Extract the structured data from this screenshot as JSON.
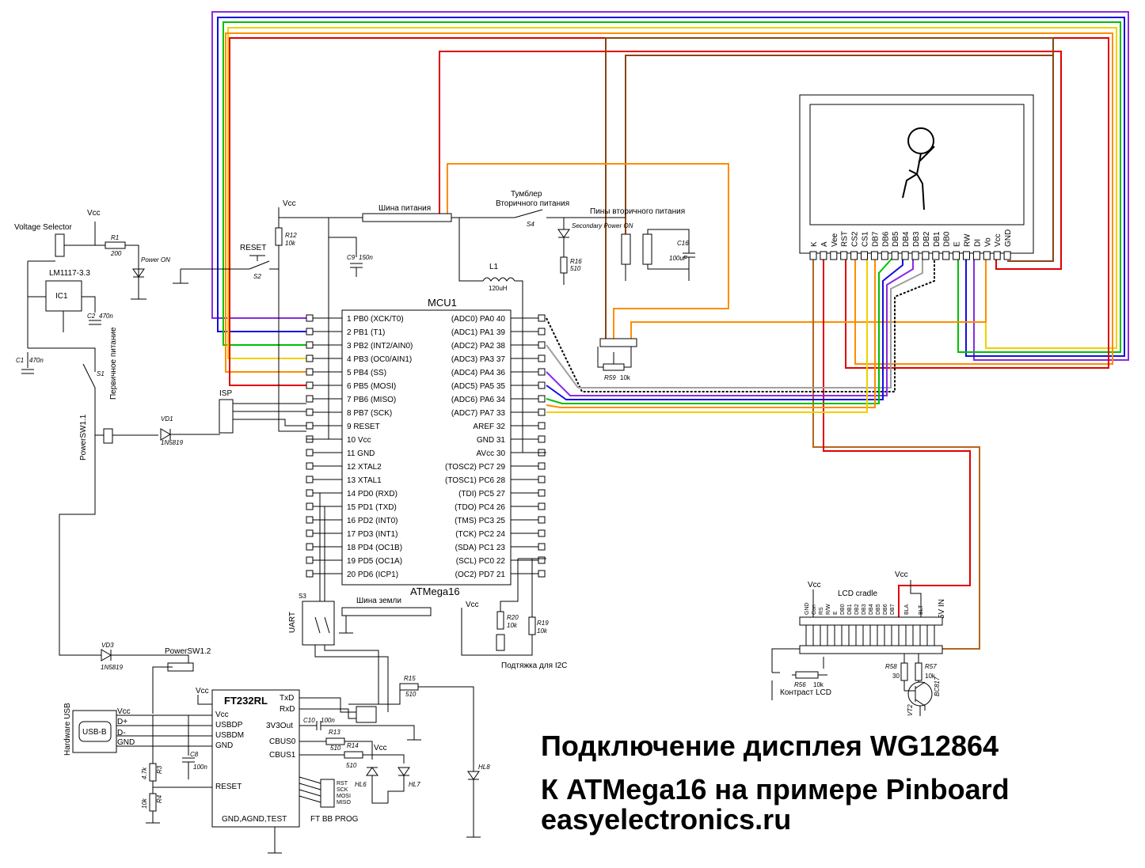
{
  "title": {
    "line1": "Подключение дисплея WG12864",
    "line2": "К ATMega16 на примере Pinboard",
    "line3": "easyelectronics.ru"
  },
  "colors": {
    "red": "#e00000",
    "orange": "#ff8c00",
    "yellow": "#f0d000",
    "green": "#00c000",
    "blue": "#1010e0",
    "purple": "#8a2be2",
    "brown": "#8b4513",
    "gray": "#a0a0a0",
    "lightbrown": "#b5651d"
  },
  "mcu": {
    "ref": "MCU1",
    "part": "ATMega16",
    "left_pins": [
      "1 PB0 (XCK/T0)",
      "2 PB1 (T1)",
      "3 PB2 (INT2/AIN0)",
      "4 PB3 (OC0/AIN1)",
      "5 PB4 (SS)",
      "6 PB5 (MOSI)",
      "7 PB6 (MISO)",
      "8 PB7 (SCK)",
      "9 RESET",
      "10 Vcc",
      "11 GND",
      "12 XTAL2",
      "13 XTAL1",
      "14 PD0 (RXD)",
      "15 PD1 (TXD)",
      "16 PD2 (INT0)",
      "17 PD3 (INT1)",
      "18 PD4 (OC1B)",
      "19 PD5 (OC1A)",
      "20 PD6 (ICP1)"
    ],
    "right_pins": [
      "(ADC0) PA0 40",
      "(ADC1) PA1 39",
      "(ADC2) PA2 38",
      "(ADC3) PA3 37",
      "(ADC4) PA4 36",
      "(ADC5) PA5 35",
      "(ADC6) PA6 34",
      "(ADC7) PA7 33",
      "AREF 32",
      "GND 31",
      "AVcc 30",
      "(TOSC2) PC7 29",
      "(TOSC1) PC6 28",
      "(TDI) PC5 27",
      "(TDO) PC4 26",
      "(TMS) PC3 25",
      "(TCK) PC2 24",
      "(SDA) PC1 23",
      "(SCL) PC0 22",
      "(OC2) PD7 21"
    ]
  },
  "lcd": {
    "pins": [
      "K",
      "A",
      "Vee",
      "RST",
      "CS2",
      "CS1",
      "DB7",
      "DB6",
      "DB5",
      "DB4",
      "DB3",
      "DB2",
      "DB1",
      "DB0",
      "E",
      "RW",
      "DI",
      "Vo",
      "Vcc",
      "GND"
    ]
  },
  "labels": {
    "voltage_selector": "Voltage Selector",
    "vcc": "Vcc",
    "r1": "R1",
    "r1_val": "200",
    "power_on": "Power ON",
    "lm1117": "LM1117-3.3",
    "ic1": "IC1",
    "c2": "C2",
    "c2_val": "470n",
    "c1": "C1",
    "c1_val": "470n",
    "s1": "S1",
    "primary_power": "Первичное питание",
    "powersw1_1": "PowerSW1.1",
    "vd1": "VD1",
    "vd1_val": "1N5819",
    "isp": "ISP",
    "reset": "RESET",
    "s2": "S2",
    "r12": "R12",
    "r12_val": "10k",
    "c9": "C9",
    "c9_val": "150n",
    "power_bus": "Шина питания",
    "toggle": "Тумблер",
    "toggle2": "Вторичного питания",
    "s4": "S4",
    "secondary_power_on": "Secondary Power ON",
    "r16": "R16",
    "r16_val": "510",
    "sec_power_pins": "Пины вторичного питания",
    "c16": "C16",
    "c16_val": "100uF",
    "l1": "L1",
    "l1_val": "120uH",
    "r59": "R59",
    "r59_val": "10k",
    "ground_bus": "Шина земли",
    "s3": "S3",
    "uart": "UART",
    "r20": "R20",
    "r20_val": "10k",
    "r19": "R19",
    "r19_val": "10k",
    "i2c_pullup": "Подтяжка для I2C",
    "vd3": "VD3",
    "vd3_val": "1N5819",
    "powersw1_2": "PowerSW1.2",
    "ft232": "FT232RL",
    "txd": "TxD",
    "rxd": "RxD",
    "r15": "R15",
    "r15_val": "510",
    "usbdp": "USBDP",
    "usbdm": "USBDM",
    "gnd": "GND",
    "v3out": "3V3Out",
    "c10": "C10",
    "c10_val": "100n",
    "cbus0": "CBUS0",
    "r13": "R13",
    "r13_val": "510",
    "cbus1": "CBUS1",
    "r14": "R14",
    "r14_val": "510",
    "hl6": "HL6",
    "hl7": "HL7",
    "hl8": "HL8",
    "rst": "RST",
    "sck": "SCK",
    "mosi": "MOSI",
    "miso": "MISO",
    "ft_bb_prog": "FT BB PROG",
    "ft_reset": "RESET",
    "ft_gnd": "GND,AGND,TEST",
    "hardware_usb": "Hardware USB",
    "usb_b": "USB-B",
    "dplus": "D+",
    "dminus": "D-",
    "usb_gnd": "GND",
    "c8": "C8",
    "c8_val": "100n",
    "r3": "R3",
    "r3_val": "4.7k",
    "r4": "R4",
    "r4_val": "10k",
    "lcd_cradle": "LCD cradle",
    "five_v_in": "5V IN",
    "cradle_pins": [
      "GND",
      "Con",
      "RS",
      "R/W",
      "E",
      "DB0",
      "DB1",
      "DB2",
      "DB3",
      "DB4",
      "DB5",
      "DB6",
      "DB7",
      "",
      "BLA",
      "",
      "BLT"
    ],
    "r58": "R58",
    "r58_val": "30",
    "r57": "R57",
    "r57_val": "10k",
    "r56": "R56",
    "r56_val": "10k",
    "contrast_lcd": "Контраст LCD",
    "vt2": "VT2",
    "bc817": "BC817"
  }
}
